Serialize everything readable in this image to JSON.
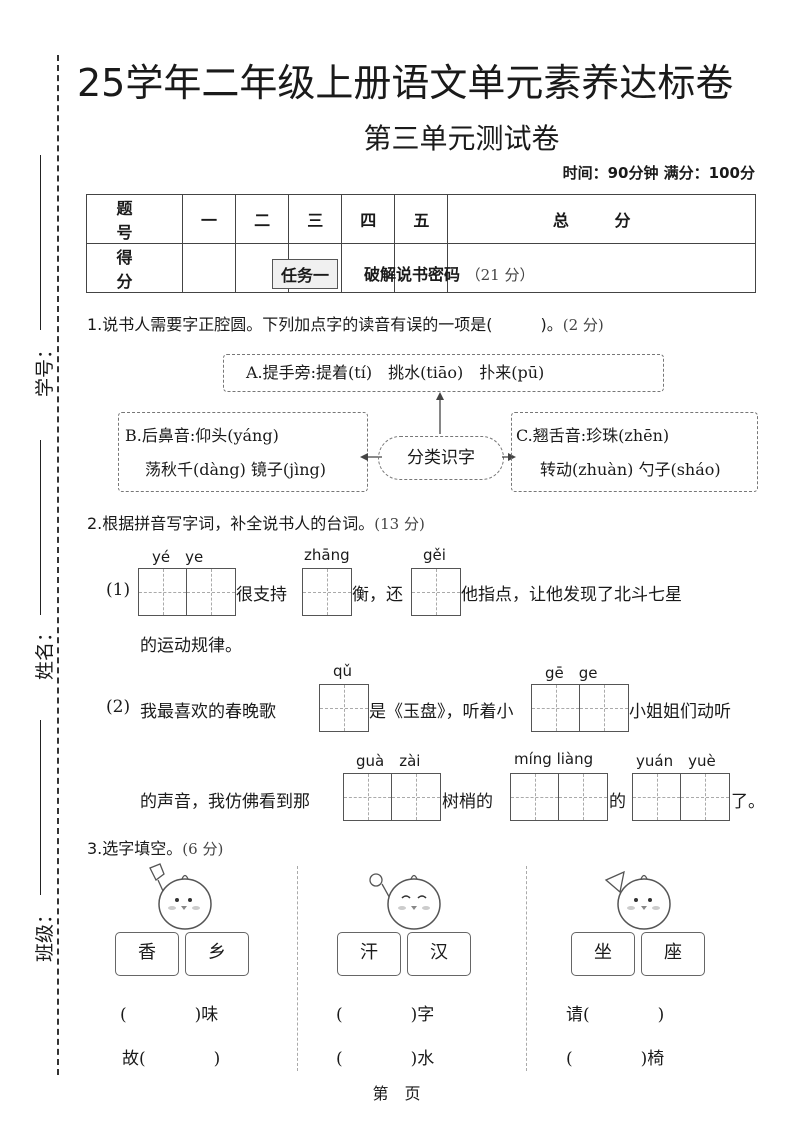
{
  "header": {
    "title": "25学年二年级上册语文单元素养达标卷",
    "subtitle": "第三单元测试卷",
    "time_info": "时间：90分钟 满分：100分"
  },
  "side": {
    "student_no": "学号：",
    "name": "姓名：",
    "class": "班级："
  },
  "score_table": {
    "row1": [
      "题 号",
      "一",
      "二",
      "三",
      "四",
      "五",
      "总 分"
    ],
    "row2": [
      "得 分",
      "",
      "",
      "",
      "",
      "",
      ""
    ]
  },
  "task": {
    "label": "任务一",
    "title": "破解说书密码",
    "score": "（21 分）"
  },
  "q1": {
    "stem": "1.说书人需要字正腔圆。下列加点字的读音有误的一项是(　　　)。",
    "pts": "(2 分)",
    "box_a": "A.提手旁:提着(tí)　挑水(tiāo)　扑来(pū)",
    "box_b_line1": "B.后鼻音:仰头(yáng)",
    "box_b_line2": "荡秋千(dàng) 镜子(jìng)",
    "center": "分类识字",
    "box_c_line1": "C.翘舌音:珍珠(zhēn)",
    "box_c_line2": "转动(zhuàn) 勺子(sháo)"
  },
  "q2": {
    "stem": "2.根据拼音写字词，补全说书人的台词。",
    "pts": "(13 分)",
    "p1_num": "(1)",
    "p1_py_a": "yé　ye",
    "p1_py_b": "zhāng",
    "p1_py_c": "gěi",
    "p1_t1": "很支持",
    "p1_t2": "衡，还",
    "p1_t3": "他指点，让他发现了北斗七星",
    "p1_t4": "的运动规律。",
    "p2_num": "(2)",
    "p2_py_a": "qǔ",
    "p2_py_b": "gē　ge",
    "p2_t1": "我最喜欢的春晚歌",
    "p2_t2": "是《玉盘》，听着小",
    "p2_t3": "小姐姐们动听",
    "p2_py_c": "guà　zài",
    "p2_py_d": "míng liàng",
    "p2_py_e": "yuán　yuè",
    "p2_t4": "的声音，我仿佛看到那",
    "p2_t5": "树梢的",
    "p2_t6": "的",
    "p2_t7": "了。"
  },
  "q3": {
    "stem": "3.选字填空。",
    "pts": "(6 分)",
    "groups": [
      {
        "chars": [
          "香",
          "乡"
        ],
        "line1": "(　　　　)味",
        "line2": "故(　　　　)"
      },
      {
        "chars": [
          "汗",
          "汉"
        ],
        "line1": "(　　　　)字",
        "line2": "(　　　　)水"
      },
      {
        "chars": [
          "坐",
          "座"
        ],
        "line1": "请(　　　　)",
        "line2": "(　　　　)椅"
      }
    ]
  },
  "footer": {
    "page": "第　页"
  }
}
